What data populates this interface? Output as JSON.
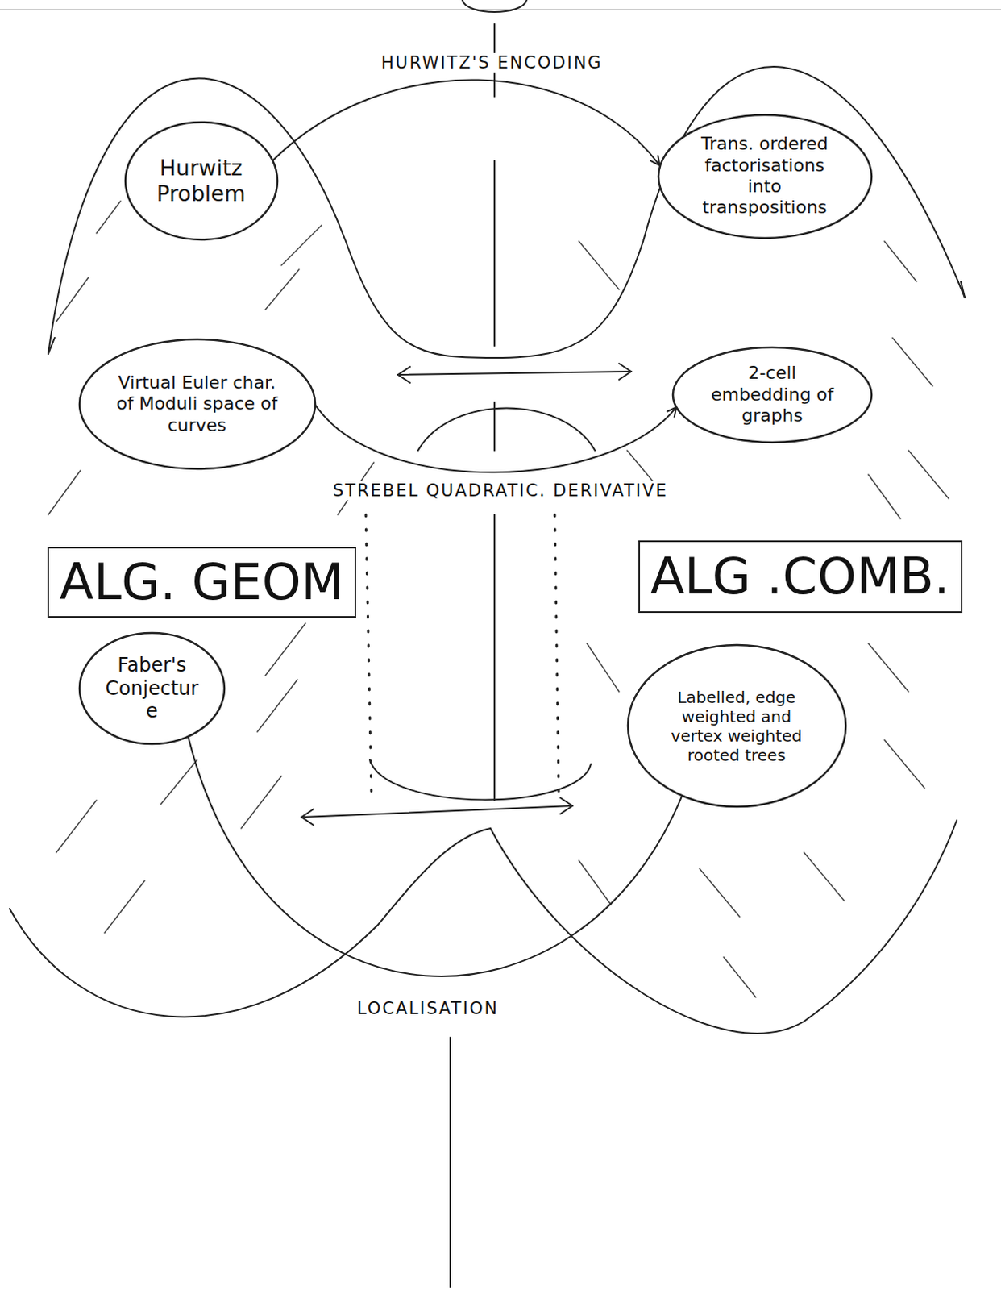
{
  "diagram": {
    "nodes": [
      {
        "text": [
          "Hurwitz Problem"
        ]
      },
      {
        "text": [
          "Trans. ordered factorisations into transpositions"
        ]
      },
      {
        "text": [
          "Virtual Euler char. of Moduli space of curves"
        ]
      },
      {
        "text": [
          "2-cell embedding of graphs"
        ]
      },
      {
        "text": [
          "ALG. GEOM"
        ]
      },
      {
        "text": [
          "ALG .COMB."
        ]
      },
      {
        "text": [
          "Faber's Conjecture"
        ]
      },
      {
        "text": [
          "Labelled, edge weighted and vertex weighted rooted trees"
        ]
      }
    ],
    "edges": [
      {
        "from": 0,
        "to": 1,
        "arrow": "to",
        "label": "HURWITZ'S ENCODING"
      },
      {
        "from": 2,
        "to": 3,
        "arrow": "to",
        "label": "STREBEL QUADRATIC. DERIVATIVE"
      },
      {
        "from": 6,
        "to": 7,
        "arrow": "none",
        "label": "LOCALISATION"
      }
    ]
  }
}
